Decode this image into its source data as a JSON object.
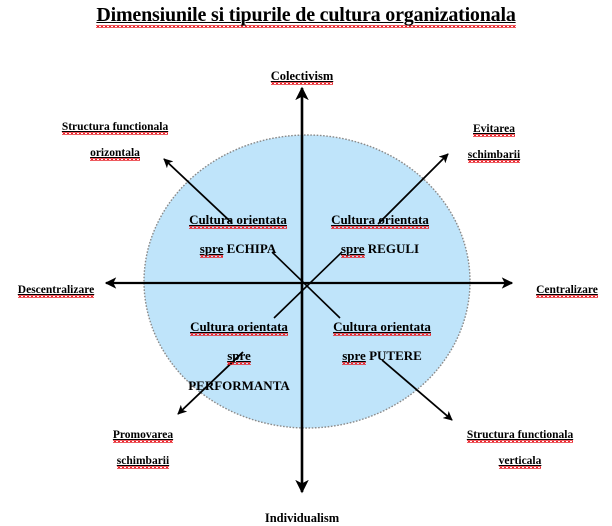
{
  "title": "Dimensiunile si tipurile de cultura organizationala",
  "colors": {
    "circle_fill": "#bfe4fa",
    "circle_stroke": "#808080",
    "axis": "#000000",
    "text": "#000000",
    "spellcheck_underline": "#e8232a",
    "background": "#ffffff"
  },
  "axes": {
    "vertical": {
      "top_label": "Colectivism",
      "bottom_label": "Individualism"
    },
    "horizontal": {
      "left_label": "Descentralizare",
      "right_label": "Centralizare"
    }
  },
  "diagonal_labels": {
    "top_left": {
      "line1": "Structura functionala",
      "line2": "orizontala"
    },
    "top_right": {
      "line1": "Evitarea",
      "line2": "schimbarii"
    },
    "bottom_left": {
      "line1": "Promovarea",
      "line2": "schimbarii"
    },
    "bottom_right": {
      "line1": "Structura functionala",
      "line2": "verticala"
    }
  },
  "quadrants": {
    "top_left": {
      "line1": "Cultura orientata",
      "line2": "spre",
      "line3": "ECHIPA"
    },
    "top_right": {
      "line1": "Cultura orientata",
      "line2": "spre",
      "line3": "REGULI"
    },
    "bottom_left": {
      "line1": "Cultura orientata",
      "line2": "spre",
      "line3": "PERFORMANTA"
    },
    "bottom_right": {
      "line1": "Cultura orientata",
      "line2": "spre",
      "line3": "PUTERE"
    }
  }
}
